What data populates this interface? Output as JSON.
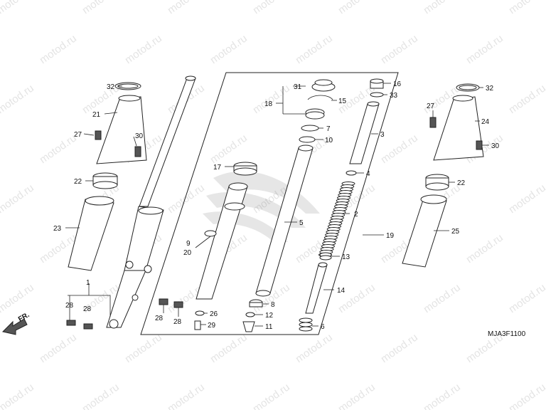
{
  "diagram": {
    "watermark": "motod.ru",
    "code": "MJA3F1100",
    "front_marker": "FR.",
    "callouts": [
      "1",
      "2",
      "3",
      "4",
      "5",
      "6",
      "7",
      "8",
      "9",
      "10",
      "11",
      "12",
      "13",
      "14",
      "15",
      "16",
      "17",
      "18",
      "19",
      "20",
      "21",
      "22",
      "23",
      "24",
      "25",
      "26",
      "27",
      "28",
      "29",
      "30",
      "31",
      "32",
      "33"
    ],
    "callouts_repeat": [
      "27",
      "28",
      "28",
      "30",
      "22",
      "32"
    ]
  }
}
